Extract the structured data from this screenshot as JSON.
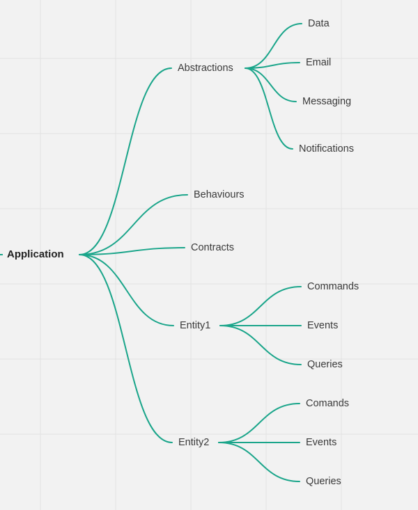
{
  "diagram": {
    "edge_color": "#1aa58a",
    "grid_color": "#e2e2e2",
    "background": "#f2f2f2",
    "root": {
      "label": "Application",
      "children": [
        {
          "label": "Abstractions",
          "children": [
            {
              "label": "Data"
            },
            {
              "label": "Email"
            },
            {
              "label": "Messaging"
            },
            {
              "label": "Notifications"
            }
          ]
        },
        {
          "label": "Behaviours"
        },
        {
          "label": "Contracts"
        },
        {
          "label": "Entity1",
          "children": [
            {
              "label": "Commands"
            },
            {
              "label": "Events"
            },
            {
              "label": "Queries"
            }
          ]
        },
        {
          "label": "Entity2",
          "children": [
            {
              "label": "Comands"
            },
            {
              "label": "Events"
            },
            {
              "label": "Queries"
            }
          ]
        }
      ]
    }
  }
}
